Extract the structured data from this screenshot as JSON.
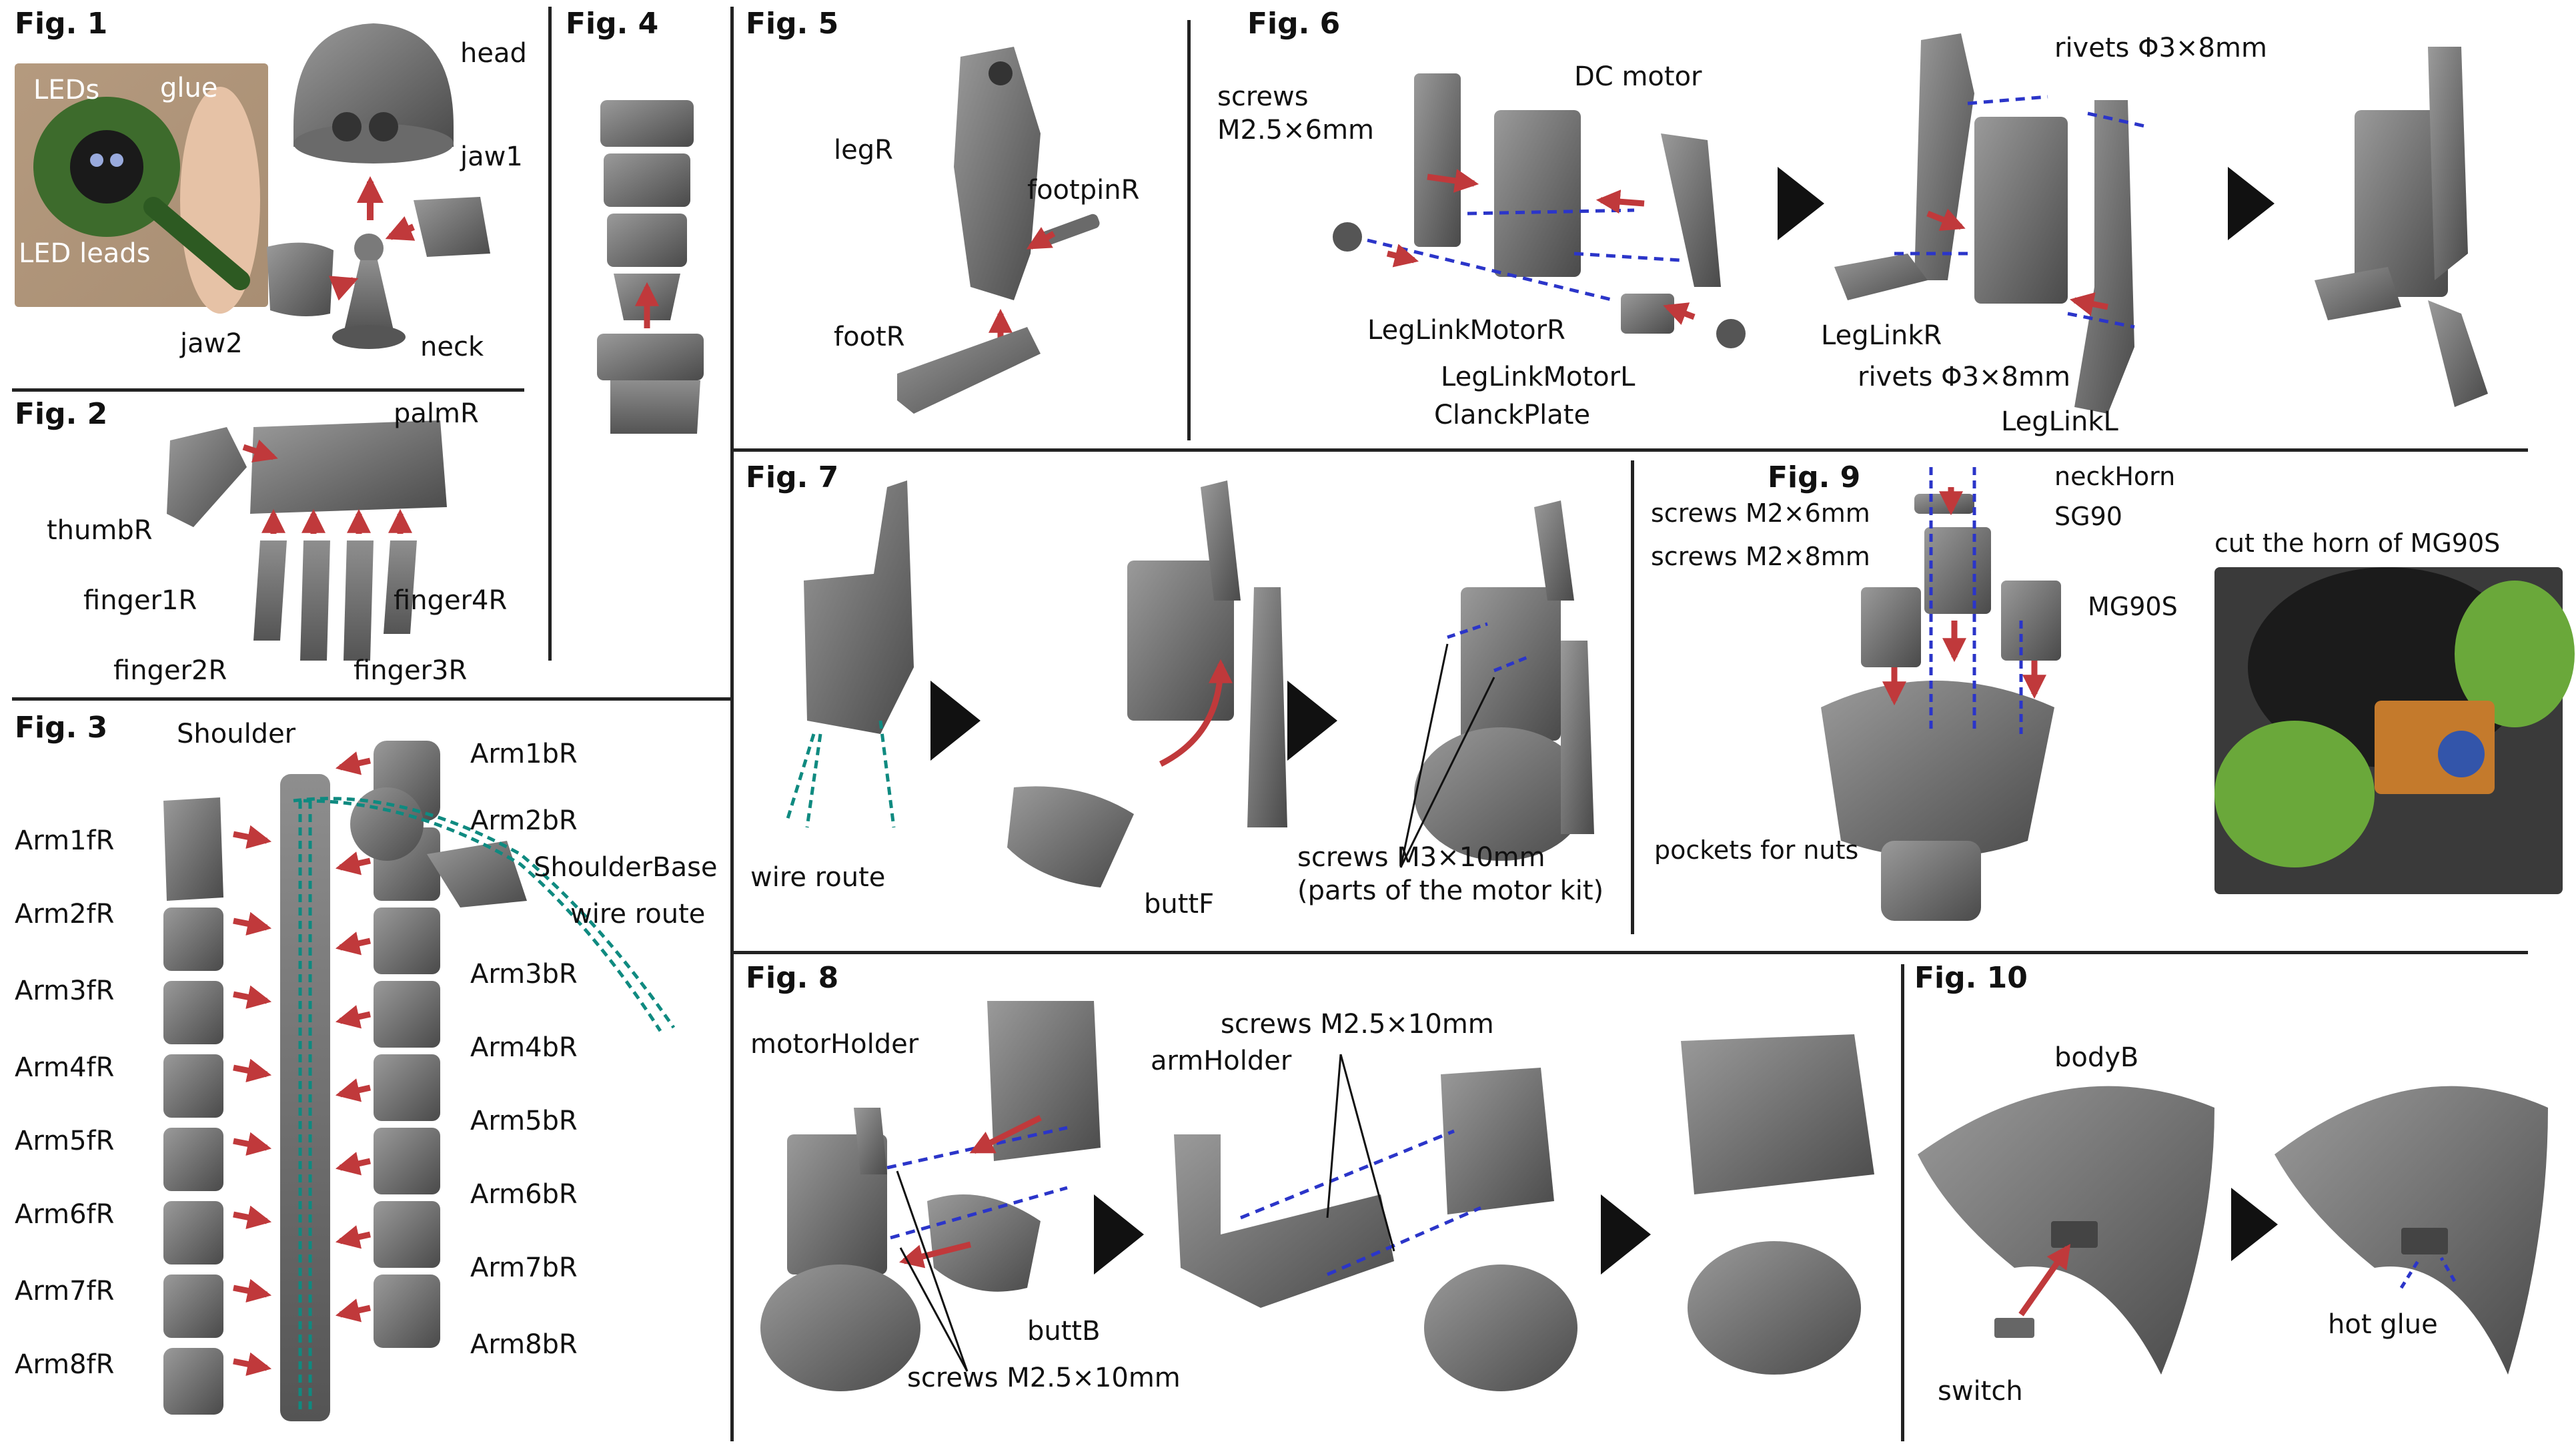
{
  "figures": {
    "fig1": {
      "title": "Fig. 1",
      "labels": {
        "leds": "LEDs",
        "glue": "glue",
        "led_leads": "LED leads",
        "head": "head",
        "jaw1": "jaw1",
        "jaw2": "jaw2",
        "neck": "neck"
      }
    },
    "fig2": {
      "title": "Fig. 2",
      "labels": {
        "palm": "palmR",
        "thumb": "thumbR",
        "finger1": "finger1R",
        "finger2": "finger2R",
        "finger3": "finger3R",
        "finger4": "finger4R"
      }
    },
    "fig3": {
      "title": "Fig. 3",
      "labels": {
        "shoulder": "Shoulder",
        "shoulder_base": "ShoulderBase",
        "wire_route": "wire route",
        "front": [
          "Arm1fR",
          "Arm2fR",
          "Arm3fR",
          "Arm4fR",
          "Arm5fR",
          "Arm6fR",
          "Arm7fR",
          "Arm8fR"
        ],
        "back": [
          "Arm1bR",
          "Arm2bR",
          "Arm3bR",
          "Arm4bR",
          "Arm5bR",
          "Arm6bR",
          "Arm7bR",
          "Arm8bR"
        ]
      }
    },
    "fig4": {
      "title": "Fig. 4"
    },
    "fig5": {
      "title": "Fig. 5",
      "labels": {
        "leg": "legR",
        "footpin": "footpinR",
        "foot": "footR"
      }
    },
    "fig6": {
      "title": "Fig. 6",
      "labels": {
        "screws": "screws",
        "screw_size": "M2.5×6mm",
        "dc_motor": "DC motor",
        "rivets_top": "rivets Φ3×8mm",
        "rivets_bottom": "rivets Φ3×8mm",
        "leglinkmotor_r": "LegLinkMotorR",
        "leglinkmotor_l": "LegLinkMotorL",
        "clanck_plate": "ClanckPlate",
        "leglink_r": "LegLinkR",
        "leglink_l": "LegLinkL"
      }
    },
    "fig7": {
      "title": "Fig. 7",
      "labels": {
        "wire_route": "wire route",
        "buttF": "buttF",
        "screws": "screws M3×10mm",
        "parts_note": "(parts of the motor kit)"
      }
    },
    "fig8": {
      "title": "Fig. 8",
      "labels": {
        "motor_holder": "motorHolder",
        "arm_holder": "armHolder",
        "screws_top": "screws M2.5×10mm",
        "buttB": "buttB",
        "screws_bottom": "screws M2.5×10mm"
      }
    },
    "fig9": {
      "title": "Fig. 9",
      "labels": {
        "screws_m2x6": "screws M2×6mm",
        "neck_horn": "neckHorn",
        "sg90": "SG90",
        "screws_m2x8": "screws M2×8mm",
        "mg90s": "MG90S",
        "pockets": "pockets for nuts",
        "cut_horn": "cut the horn of MG90S"
      }
    },
    "fig10": {
      "title": "Fig. 10",
      "labels": {
        "bodyB": "bodyB",
        "switch": "switch",
        "hot_glue": "hot glue"
      }
    }
  },
  "colors": {
    "part": "#5e5e5e",
    "part_light": "#8a8a8a",
    "arrow_red": "#c0393b",
    "dash_blue": "#2b35c9",
    "wire_teal": "#0f8a80"
  }
}
